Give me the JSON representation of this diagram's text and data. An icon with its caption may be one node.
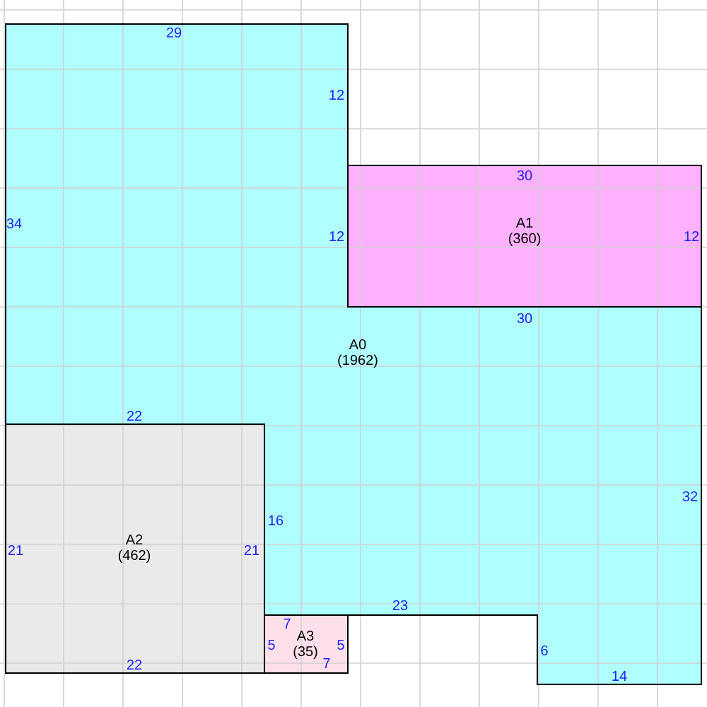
{
  "diagram": {
    "nodes": [
      {
        "text": [
          "A0",
          "(1962)"
        ]
      },
      {
        "text": [
          "A1",
          "(360)"
        ],
        "in": 0
      },
      {
        "text": [
          "A2",
          "(462)"
        ],
        "in": 0
      },
      {
        "text": [
          "A3",
          "(35)"
        ],
        "in": 0
      }
    ],
    "labels": [
      "29",
      "12",
      "30",
      "34",
      "12",
      "12",
      "30",
      "22",
      "32",
      "16",
      "21",
      "21",
      "23",
      "7",
      "5",
      "5",
      "22",
      "7",
      "6",
      "14"
    ]
  }
}
